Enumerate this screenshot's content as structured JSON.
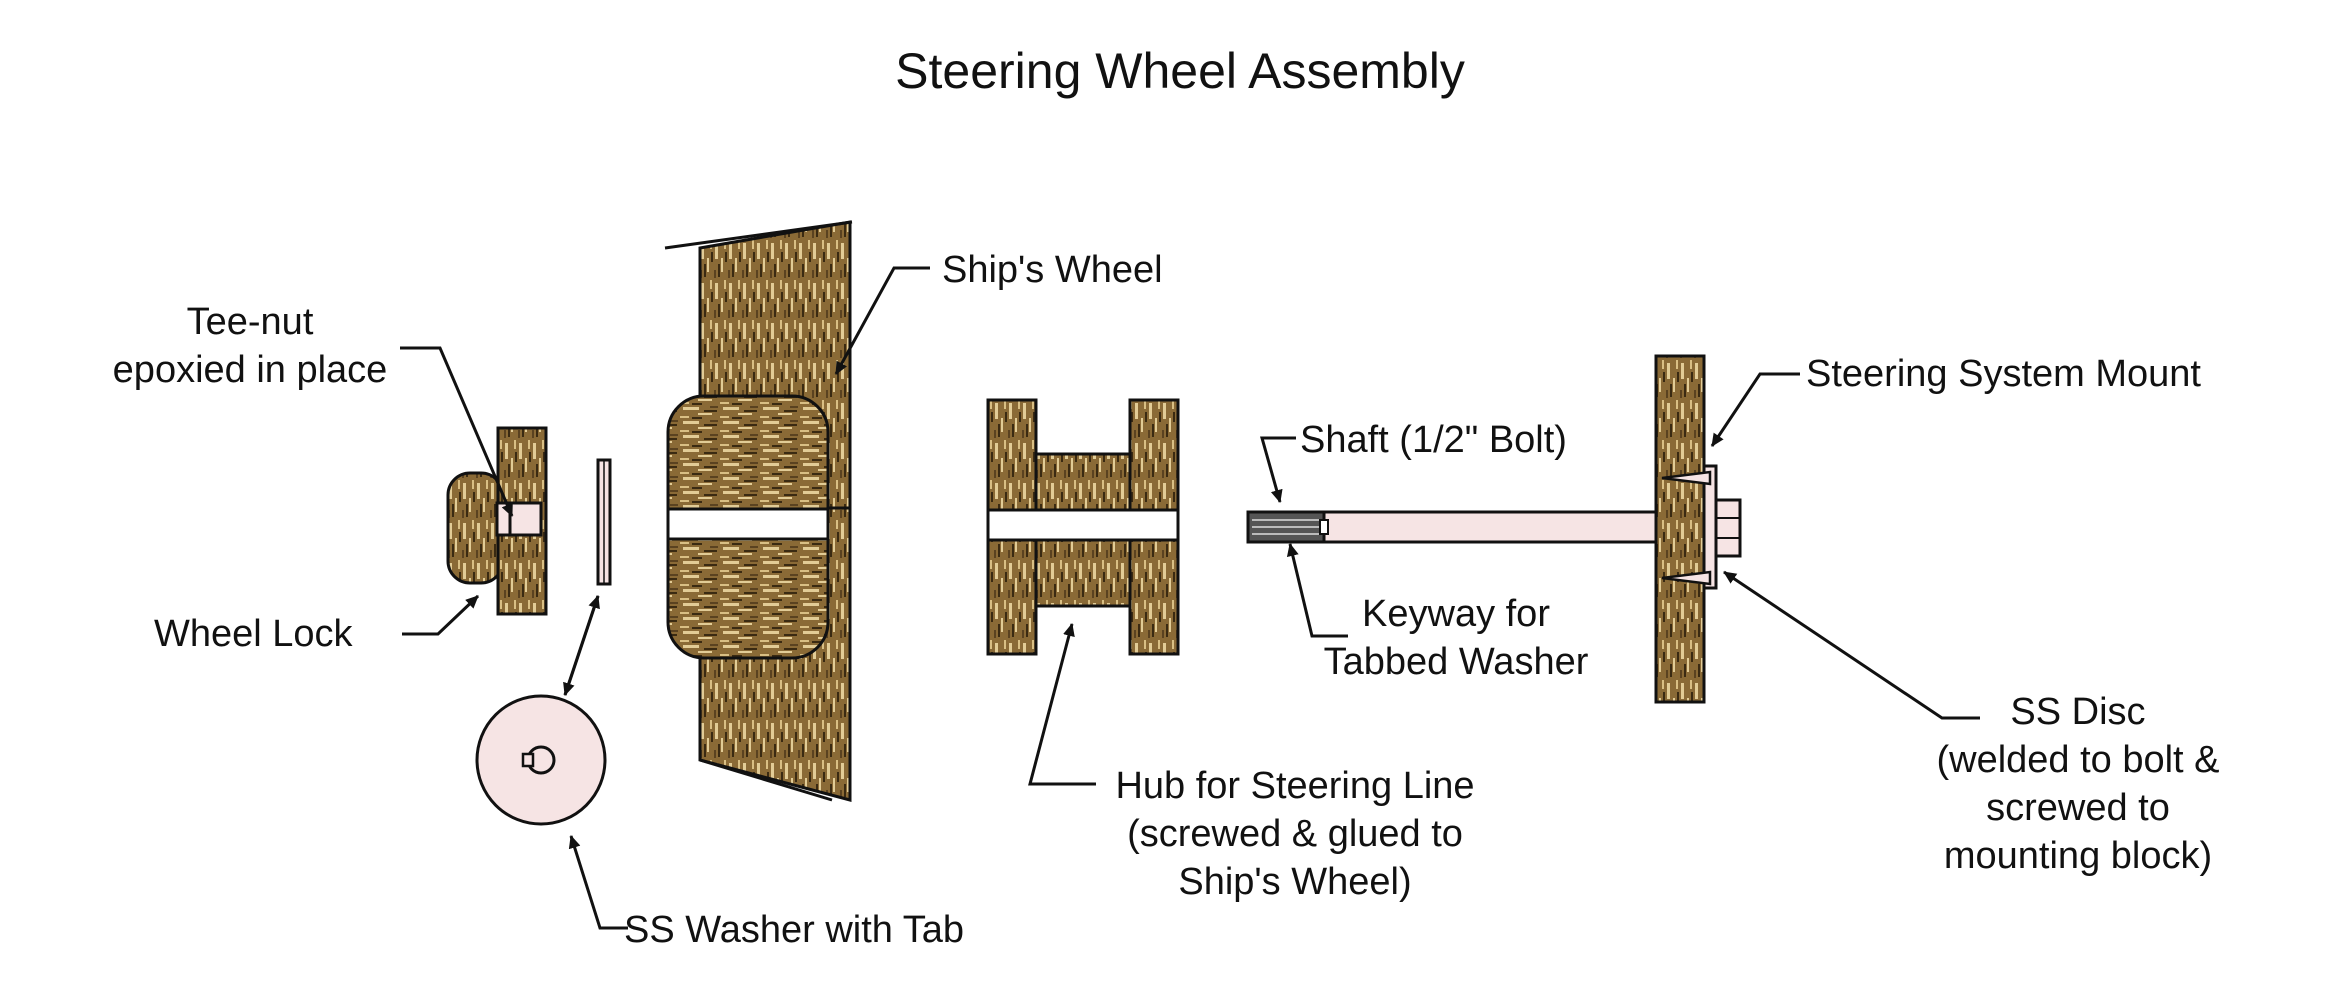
{
  "diagram": {
    "title": "Steering Wheel Assembly",
    "labels": {
      "ships_wheel": "Ship's Wheel",
      "tee_nut_1": "Tee-nut",
      "tee_nut_2": "epoxied in place",
      "wheel_lock": "Wheel Lock",
      "washer_tab": "SS Washer with Tab",
      "hub_1": "Hub for Steering Line",
      "hub_2": "(screwed & glued to",
      "hub_3": "Ship's Wheel)",
      "shaft": "Shaft (1/2\" Bolt)",
      "keyway_1": "Keyway for",
      "keyway_2": "Tabbed Washer",
      "mount": "Steering System Mount",
      "disc_1": "SS Disc",
      "disc_2": "(welded to bolt &",
      "disc_3": "screwed to",
      "disc_4": "mounting block)"
    },
    "colors": {
      "wood": "#8a6a36",
      "wood_light": "#e2cc96",
      "wood_dark": "#3a2a12",
      "metal": "#f6e4e4",
      "line": "#111111"
    }
  }
}
